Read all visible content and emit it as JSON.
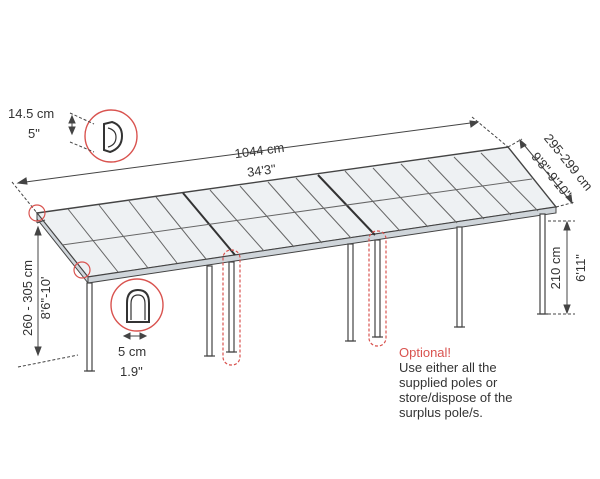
{
  "dimensions": {
    "length_cm": "1044 cm",
    "length_ft": "34'3\"",
    "depth_cm": "295-299 cm",
    "depth_ft": "9'8\"-9'10\"",
    "back_height_cm": "260 - 305 cm",
    "back_height_ft": "8'6\"-10'",
    "front_height_cm": "210 cm",
    "front_height_ft": "6'11\"",
    "gutter_cm": "14.5 cm",
    "gutter_in": "5\"",
    "post_cm": "5 cm",
    "post_in": "1.9\""
  },
  "note": {
    "heading": "Optional!",
    "lines": [
      "Use either all the",
      "supplied poles or",
      "store/dispose of the",
      "surplus pole/s."
    ]
  },
  "colors": {
    "line": "#333333",
    "accent": "#d9534f",
    "roof_fill": "#eef1f3"
  }
}
